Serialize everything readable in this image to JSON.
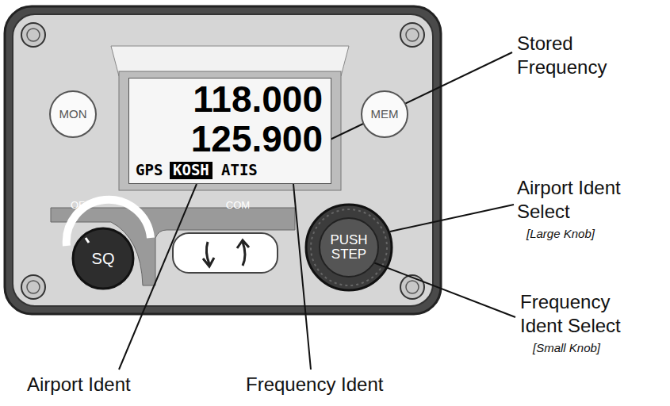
{
  "diagram": {
    "nodes": [
      {
        "text": [
          "MON"
        ]
      },
      {
        "text": [
          "118.000",
          "125.900",
          "GPS",
          "ATIS"
        ]
      },
      {
        "text": [
          "KOSH"
        ],
        "in": 1
      },
      {
        "text": [
          "MEM"
        ]
      },
      {
        "text": [
          "SQ"
        ]
      },
      {
        "text": [
          "PUSH STEP"
        ]
      }
    ],
    "labels": [
      "OFF",
      "COM",
      "Stored Frequency",
      "Airport Ident Select",
      "[Large Knob]",
      "Frequency Ident Select",
      "[Small Knob]",
      "Airport Ident",
      "Frequency Ident"
    ]
  }
}
